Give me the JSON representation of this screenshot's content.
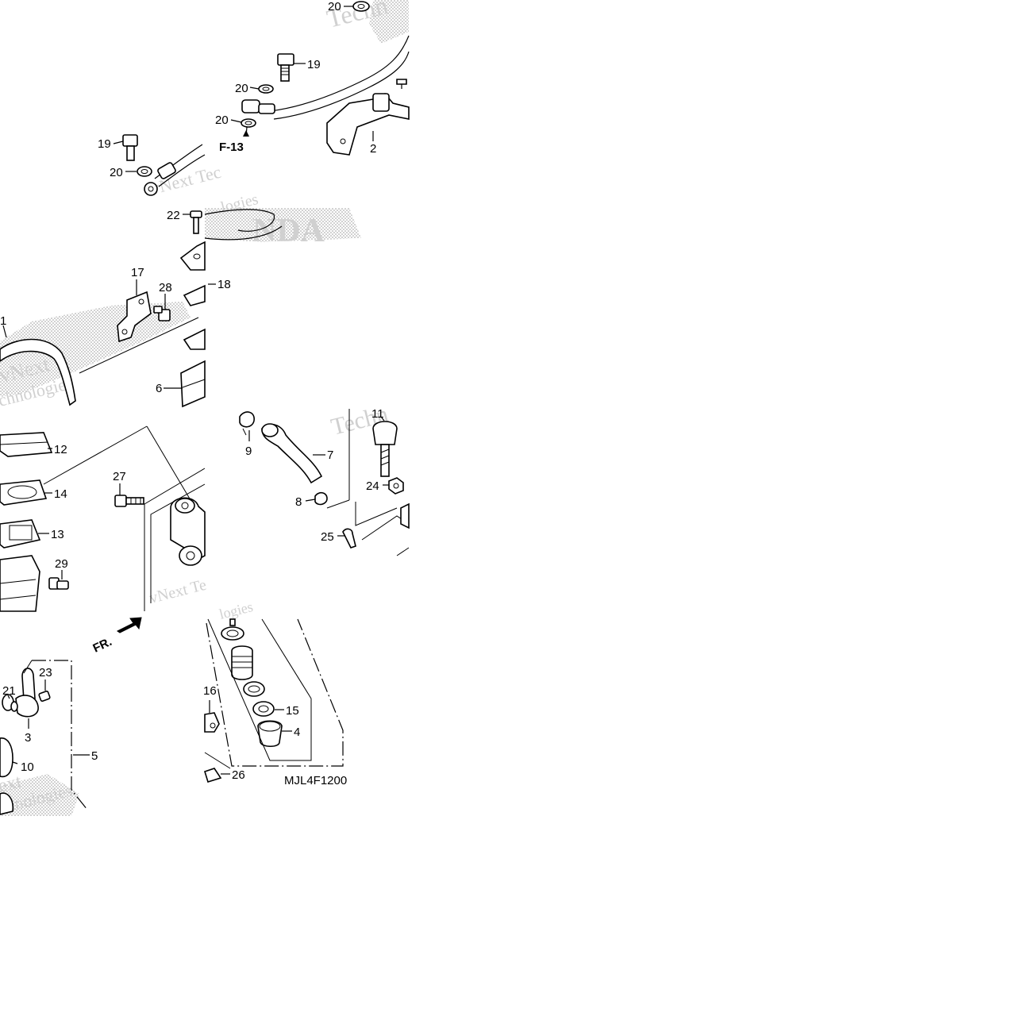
{
  "diagram": {
    "code": "MJL4F1200",
    "ref_label": "F-13",
    "direction_label": "FR.",
    "callouts": [
      "20",
      "19",
      "20",
      "20",
      "19",
      "20",
      "2",
      "22",
      "17",
      "28",
      "18",
      "1",
      "6",
      "12",
      "14",
      "13",
      "29",
      "27",
      "9",
      "7",
      "8",
      "11",
      "24",
      "25",
      "21",
      "23",
      "3",
      "10",
      "5",
      "16",
      "15",
      "4",
      "26"
    ],
    "watermarks": [
      "Techn",
      "vNext Tec",
      "logies",
      "vNext",
      "chnologies",
      "Techn",
      "vNext Te",
      "logies",
      "ext",
      "chnologies"
    ],
    "brand_watermark": "NDA"
  },
  "colors": {
    "ink": "#000000",
    "background": "#ffffff",
    "watermark": "#d0d0d0",
    "stipple": "#9a9a9a"
  }
}
